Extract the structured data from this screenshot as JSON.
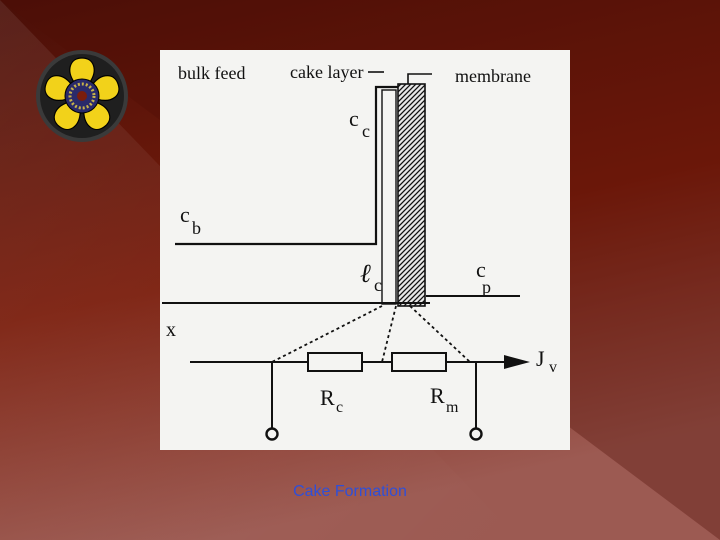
{
  "slide": {
    "background_colors": [
      "#4a0f08",
      "#7a1d0c",
      "#9c5a52"
    ],
    "caption": "Cake Formation",
    "caption_color": "#2f4fd8",
    "logo_icon": "university-sunflower-emblem-icon"
  },
  "diagram": {
    "panel_color": "#f4f4f2",
    "labels": {
      "bulk_feed": "bulk feed",
      "cake_layer": "cake layer",
      "membrane": "membrane",
      "cc_main": "c",
      "cc_sub": "c",
      "cb_main": "c",
      "cb_sub": "b",
      "lc_main": "ℓ",
      "lc_sub": "c",
      "cp_main": "c",
      "cp_sub": "p",
      "x": "x",
      "jv_main": "J",
      "jv_sub": "v",
      "rc_main": "R",
      "rc_sub": "c",
      "rm_main": "R",
      "rm_sub": "m"
    }
  }
}
